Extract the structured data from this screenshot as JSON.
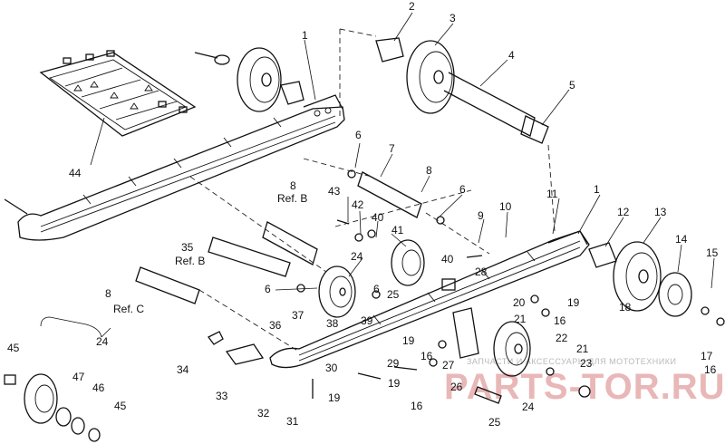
{
  "diagram": {
    "labels": {
      "l1a": "1",
      "l1b": "1",
      "l2": "2",
      "l3": "3",
      "l4": "4",
      "l5": "5",
      "l6a": "6",
      "l6b": "6",
      "l6c": "6",
      "l6d": "6",
      "l7": "7",
      "l8a": "8",
      "l8b": "8",
      "l9": "9",
      "l10": "10",
      "l11": "11",
      "l12": "12",
      "l13": "13",
      "l14": "14",
      "l15": "15",
      "l16a": "16",
      "l16b": "16",
      "l16c": "16",
      "l16d": "16",
      "l17": "17",
      "l18": "18",
      "l19a": "19",
      "l19b": "19",
      "l19c": "19",
      "l20": "20",
      "l21a": "21",
      "l21b": "21",
      "l22": "22",
      "l23": "23",
      "l24a": "24",
      "l24b": "24",
      "l24c": "24",
      "l25a": "25",
      "l25b": "25",
      "l26": "26",
      "l27": "27",
      "l28": "28",
      "l29": "29",
      "l30": "30",
      "l31": "31",
      "l32": "32",
      "l33": "33",
      "l34": "34",
      "l35": "35",
      "l36": "36",
      "l37": "37",
      "l38": "38",
      "l39": "39",
      "l40a": "40",
      "l40b": "40",
      "l41": "41",
      "l42": "42",
      "l43": "43",
      "l44": "44",
      "l45a": "45",
      "l45b": "45",
      "l46": "46",
      "l47": "47"
    },
    "refs": {
      "ref_b1": "Ref. B",
      "ref_b2": "Ref. B",
      "ref_c": "Ref. C"
    }
  },
  "watermark": {
    "small_text": "ЗАПЧАСТИ И АКСЕССУАРЫ ДЛЯ МОТОТЕХНИКИ",
    "big_text": "PARTS-TOR.RU",
    "color": "#e9b7b7"
  }
}
